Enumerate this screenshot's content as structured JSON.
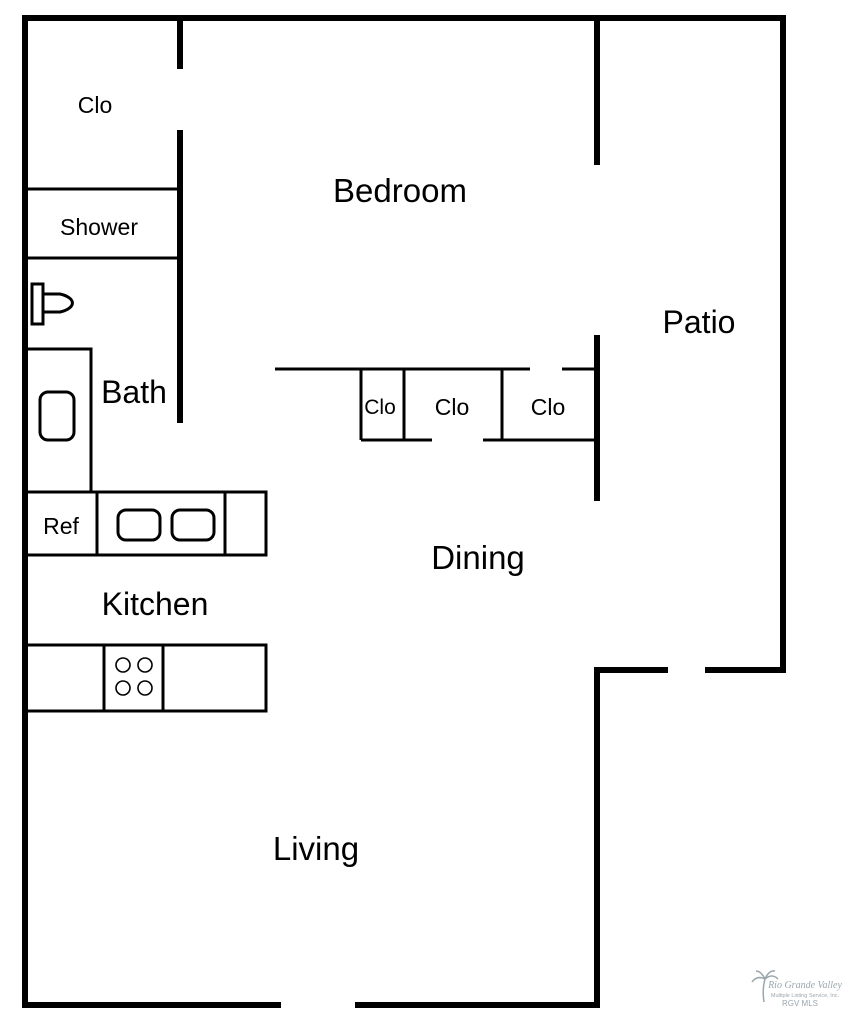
{
  "rooms": {
    "closet_top_left": "Clo",
    "bedroom": "Bedroom",
    "shower": "Shower",
    "patio": "Patio",
    "bath": "Bath",
    "closet_small": "Clo",
    "closet_mid": "Clo",
    "closet_right": "Clo",
    "ref": "Ref",
    "dining": "Dining",
    "kitchen": "Kitchen",
    "living": "Living"
  },
  "watermark": {
    "brand_script": "Rio Grande Valley",
    "brand_sub": "Multiple Listing Service, Inc.",
    "brand_short": "RGV MLS"
  }
}
